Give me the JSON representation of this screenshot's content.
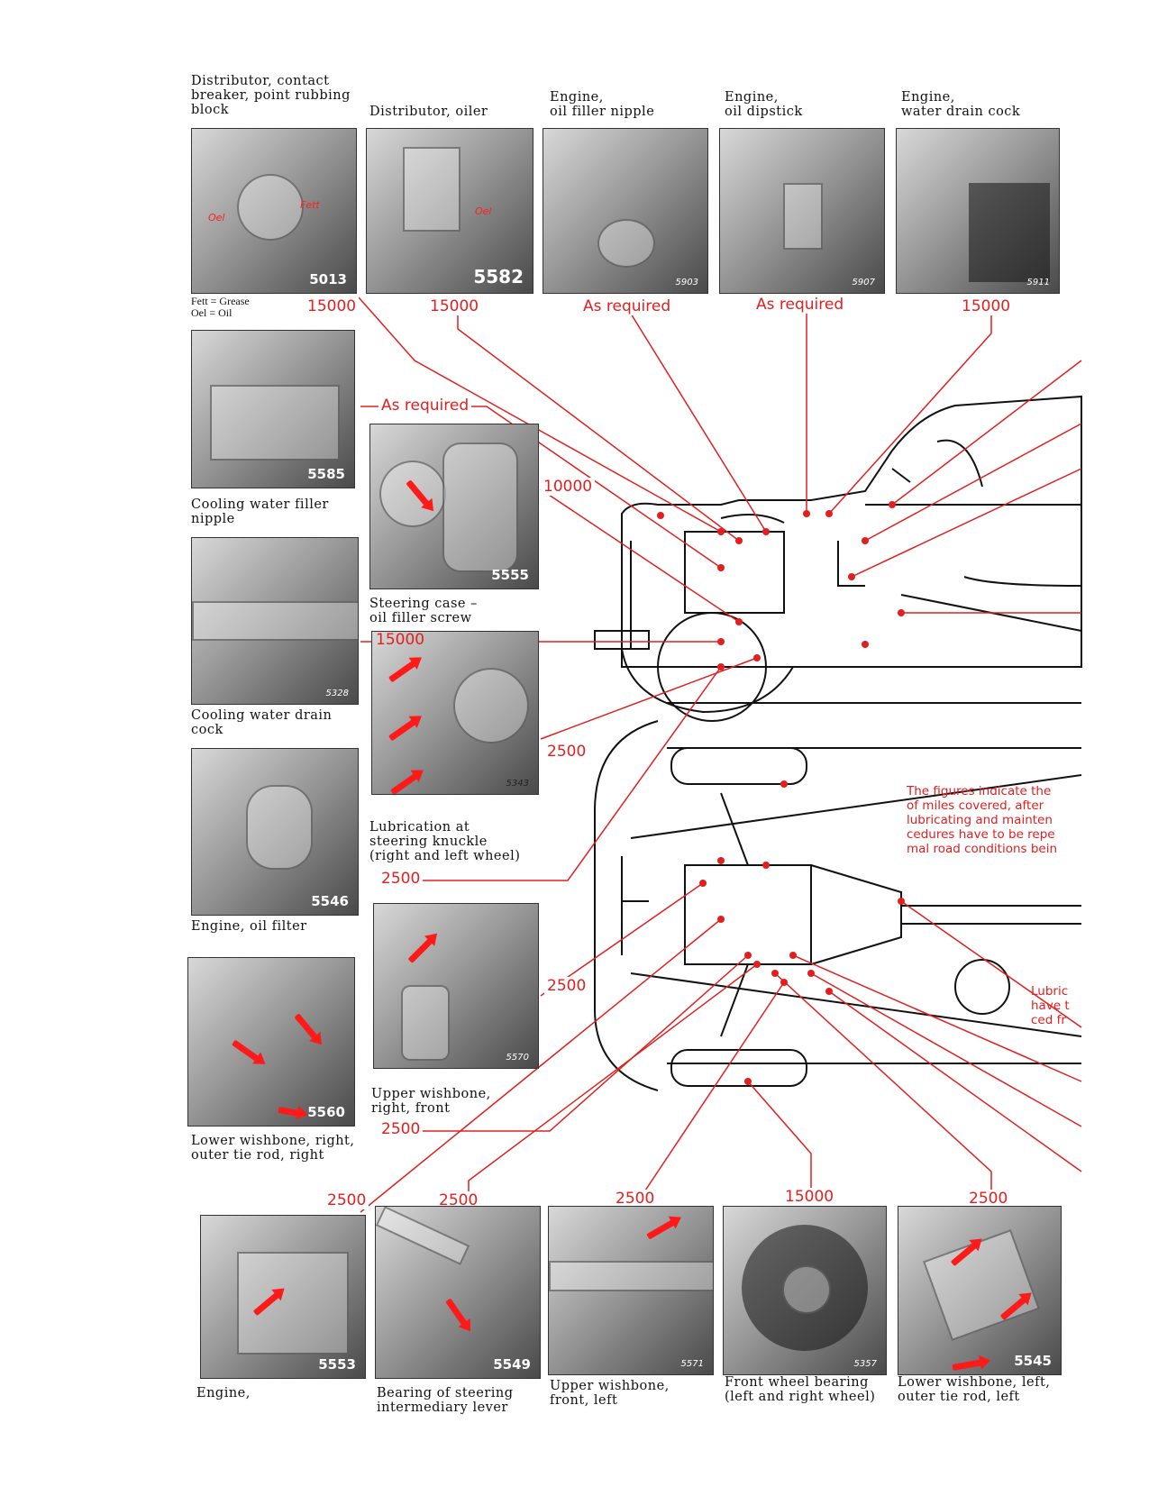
{
  "top_row": [
    {
      "caption": "Distributor, contact\nbreaker, point rubbing\nblock",
      "photo_no": "5013",
      "interval": "15000",
      "labels": [
        "Fett",
        "Oel"
      ]
    },
    {
      "caption": "Distributor, oiler",
      "photo_no": "5582",
      "interval": "15000",
      "labels": [
        "Oel"
      ]
    },
    {
      "caption": "Engine,\noil filler nipple",
      "photo_no": "5903",
      "interval": "As required"
    },
    {
      "caption": "Engine,\noil dipstick",
      "photo_no": "5907",
      "interval": "As required"
    },
    {
      "caption": "Engine,\nwater drain cock",
      "photo_no": "5911",
      "interval": "15000"
    }
  ],
  "legend": "Fett = Grease\nOel = Oil",
  "left_col": [
    {
      "caption": "Cooling water filler\nnipple",
      "photo_no": "5585",
      "interval": "As required"
    },
    {
      "caption": "Cooling water drain\ncock",
      "photo_no": "5328"
    },
    {
      "caption": "Engine, oil filter",
      "photo_no": "5546"
    },
    {
      "caption": "Lower wishbone, right,\nouter tie rod, right",
      "photo_no": "5560",
      "interval": "2500"
    }
  ],
  "mid_col": [
    {
      "caption": "Steering case –\noil filler screw",
      "photo_no": "5555",
      "interval": "10000"
    },
    {
      "caption": "Lubrication at\nsteering knuckle\n(right and left wheel)",
      "photo_no": "5343",
      "interval_top": "15000",
      "interval_right": "2500",
      "interval_bottom": "2500"
    },
    {
      "caption": "Upper wishbone,\nright, front",
      "photo_no": "5570",
      "interval": "2500"
    }
  ],
  "bottom_row": [
    {
      "caption": "Engine,",
      "photo_no": "5553",
      "interval": "2500"
    },
    {
      "caption": "Bearing of steering\nintermediary lever",
      "photo_no": "5549",
      "interval": "2500"
    },
    {
      "caption": "Upper wishbone,\nfront, left",
      "photo_no": "5571",
      "interval": "2500"
    },
    {
      "caption": "Front wheel bearing\n(left and right wheel)",
      "photo_no": "5357",
      "interval": "15000"
    },
    {
      "caption": "Lower wishbone, left,\nouter tie rod, left",
      "photo_no": "5545",
      "interval": "2500"
    }
  ],
  "note_figures": "The figures indicate the\nof miles covered, after\nlubricating and mainten\ncedures have to be repe\nmal road conditions bein",
  "note_lubric": "Lubric\nhave t\nced fr",
  "colors": {
    "red": "#e02020",
    "ink": "#111111"
  }
}
